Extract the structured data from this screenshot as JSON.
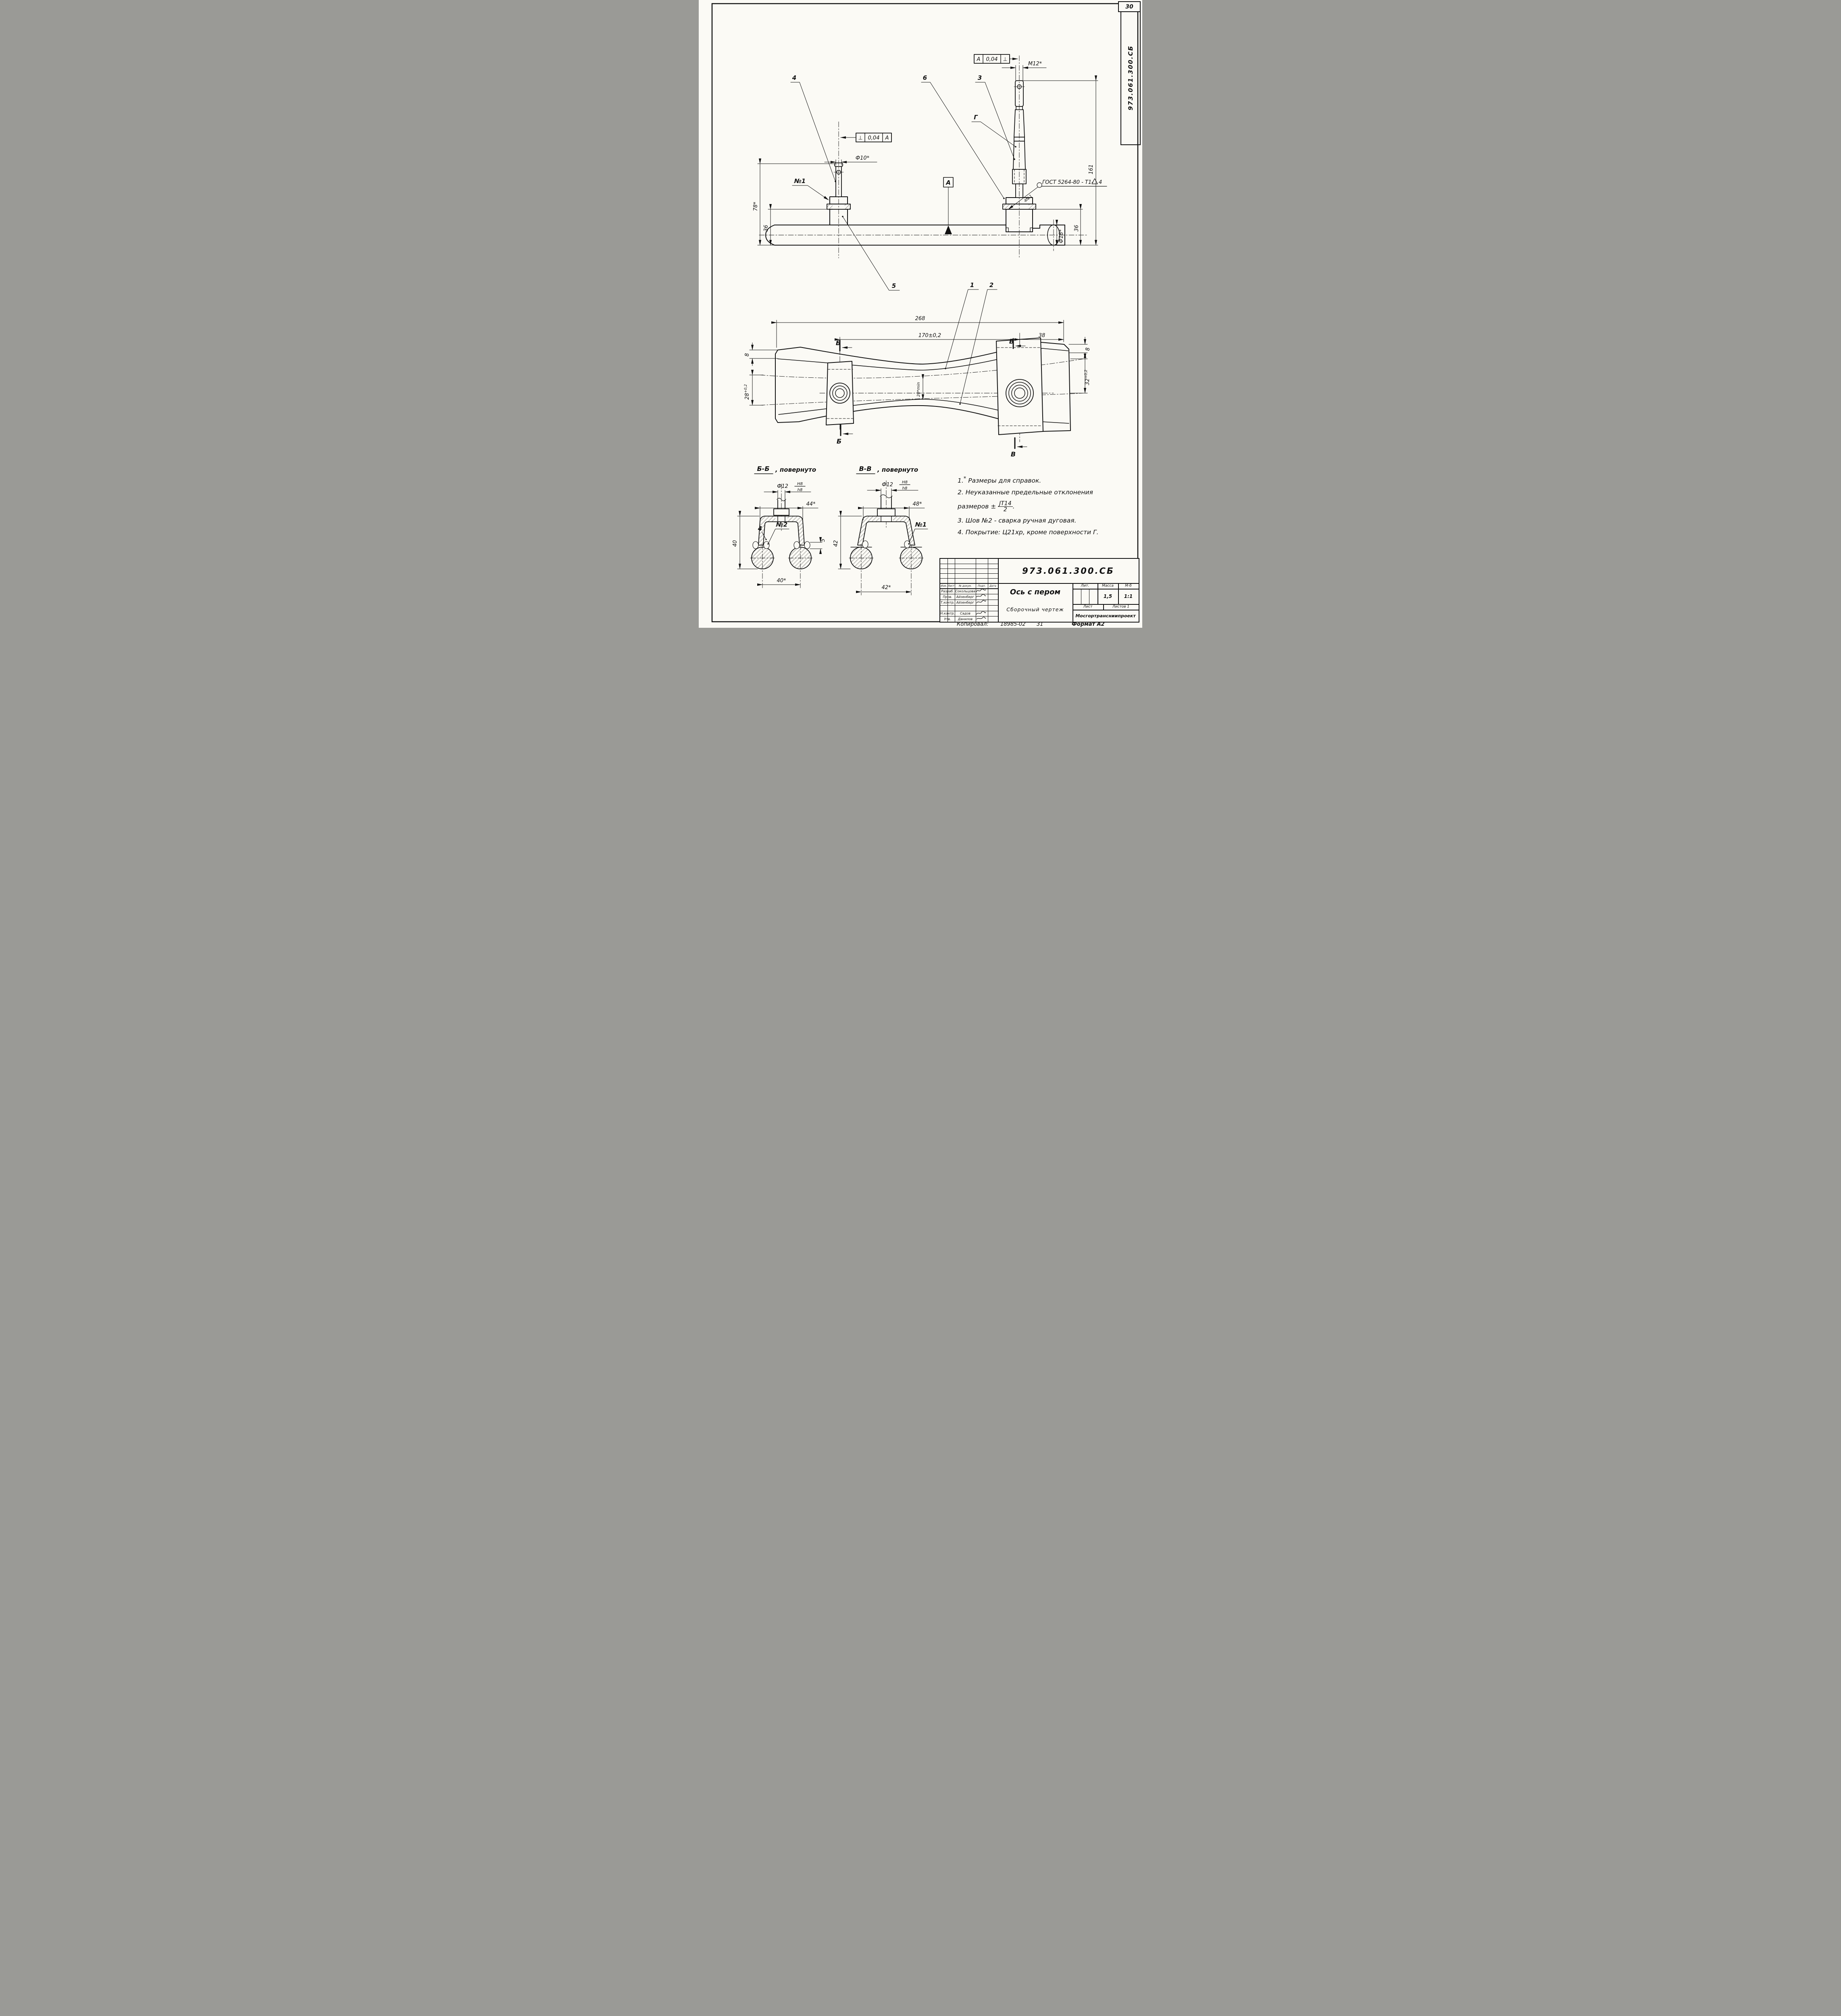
{
  "page": {
    "sheet_badge": "30",
    "stamp_vertical": "973.061.300.СБ",
    "footer": {
      "copied_label": "Копировал:",
      "copy_code": "18985-02",
      "inspection": "31",
      "format_label": "Формат А2"
    }
  },
  "main_view": {
    "datum_label": "А",
    "tol_frame_left": {
      "sym": "⊥",
      "val": "0,04",
      "ref": "А"
    },
    "tol_frame_top": {
      "ref": "А",
      "val": "0,04",
      "sym": "⊥"
    },
    "dims": {
      "d10": "Ф10*",
      "m12": "М12*",
      "h78": "78*",
      "h36_left": "36",
      "h161": "161",
      "h36_right": "36",
      "d18": "Ф18*"
    },
    "weld_note_prefix": "ГОСТ 5264-80 - Т1-",
    "weld_note_suffix": "4",
    "weld_leader": "4№1",
    "part_labels": {
      "p1": "1",
      "p2": "2",
      "p3": "3",
      "p4": "4",
      "p5": "5",
      "p6": "6",
      "no1": "№1",
      "g": "Г"
    }
  },
  "plan_view": {
    "dims": {
      "len268": "268",
      "len170": "170±0,2",
      "len38": "38",
      "w8l": "8",
      "w28": "28",
      "w28tol": "+0,2",
      "w20": "20*min",
      "w8r": "8",
      "w32": "32",
      "w32tol": "+0,2"
    },
    "sections": {
      "b": "Б",
      "v": "В"
    }
  },
  "section_bb": {
    "title": "Б-Б",
    "title_suffix": ", повернуто",
    "dims": {
      "d12": "Ф12",
      "fit_num": "H8",
      "fit_den": "h8",
      "w44": "44*",
      "h40": "40",
      "gap5": "5",
      "c40": "40*"
    },
    "labels": {
      "p4": "4",
      "weld": "№2"
    }
  },
  "section_vv": {
    "title": "В-В",
    "title_suffix": ", повернуто",
    "dims": {
      "d12": "Ф12",
      "fit_num": "H8",
      "fit_den": "h8",
      "w48": "48*",
      "h42": "42",
      "c42": "42*"
    },
    "labels": {
      "weld": "№1"
    }
  },
  "notes": {
    "n1_num": "1.",
    "n1_star": "*",
    "n1_text": "Размеры для справок.",
    "n2_num": "2.",
    "n2_text": "Неуказанные предельные отклонения",
    "n2_text2": "размеров ±",
    "n2_frac_num": "JT14",
    "n2_frac_den": "2",
    "n2_end": ".",
    "n3": "3. Шов №2 - сварка ручная дуговая.",
    "n4": "4. Покрытие: Ц21хр, кроме поверхности Г."
  },
  "title_block": {
    "doc_number": "973.061.300.СБ",
    "name": "Ось с пером",
    "doc_type": "Сборочный чертеж",
    "header": {
      "izm": "Изм.",
      "list": "Лист",
      "doc": "№ докум.",
      "podp": "Подп.",
      "data": "Дата"
    },
    "staff": [
      {
        "role": "Разраб.",
        "name": "Сокольцова"
      },
      {
        "role": "Пров.",
        "name": "Айзенберг"
      },
      {
        "role": "Т.контр.",
        "name": "Айзенберг"
      },
      {
        "role": "",
        "name": ""
      },
      {
        "role": "Н.контр.",
        "name": "Садов"
      },
      {
        "role": "Утв.",
        "name": "Данилов"
      }
    ],
    "lit_label": "Лит.",
    "mass_label": "Масса",
    "scale_label": "М-б",
    "mass_value": "1,5",
    "scale_value": "1:1",
    "sheet_label": "Лист",
    "sheets_label": "Листов 1",
    "company": "Мосгортрансниипроект"
  }
}
